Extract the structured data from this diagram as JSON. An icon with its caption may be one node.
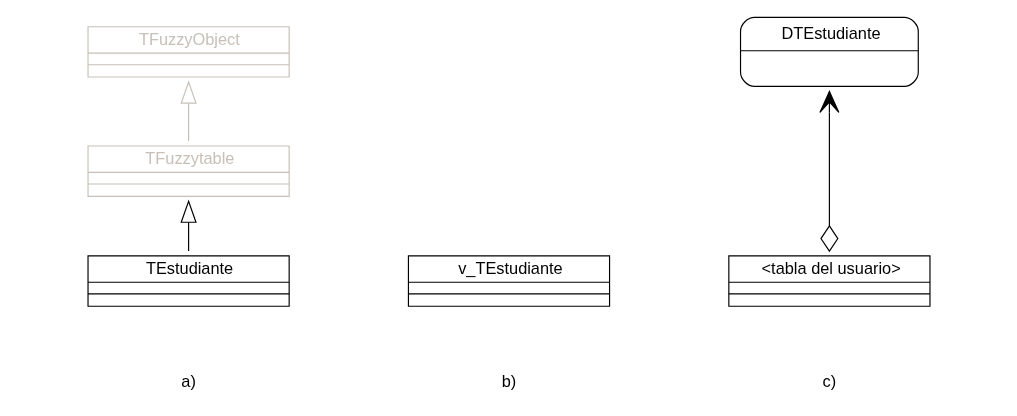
{
  "diagram": {
    "nodes": [
      {
        "text": [
          "TFuzzyObject"
        ]
      },
      {
        "text": [
          "TFuzzytable"
        ]
      },
      {
        "text": [
          "TEstudiante"
        ]
      },
      {
        "text": [
          "v_TEstudiante"
        ]
      },
      {
        "text": [
          "DTEstudiante"
        ]
      },
      {
        "text": [
          "<tabla del usuario>"
        ]
      }
    ],
    "edges": [
      {
        "from": 1,
        "to": 0,
        "arrow": "to",
        "color": "#c8c0b8"
      },
      {
        "from": 2,
        "to": 1,
        "arrow": "to"
      },
      {
        "from": 5,
        "to": 4,
        "arrow": "to"
      }
    ],
    "labels": [
      "a)",
      "b)",
      "c)"
    ]
  }
}
